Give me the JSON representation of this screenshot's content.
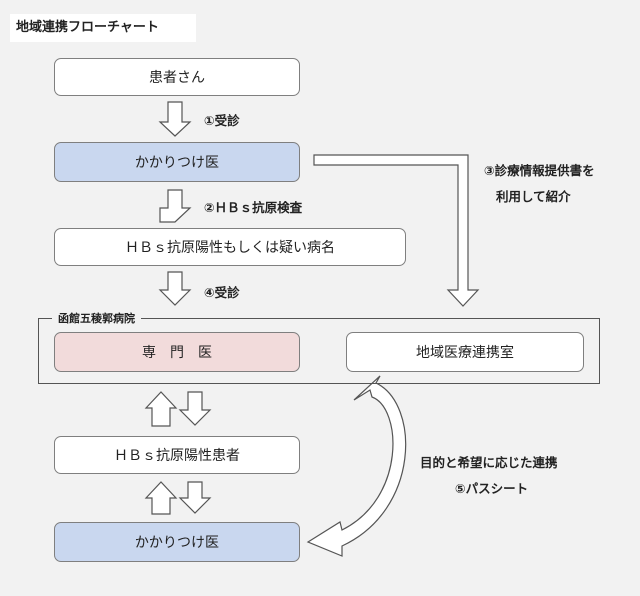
{
  "title": "地域連携フローチャート",
  "nodes": {
    "patient": "患者さん",
    "family_doctor_top": "かかりつけ医",
    "hbs_suspected": "ＨＢｓ抗原陽性もしくは疑い病名",
    "hospital_name": "函館五稜郭病院",
    "specialist": "専　門　医",
    "liaison_office": "地域医療連携室",
    "hbs_patient": "ＨＢｓ抗原陽性患者",
    "family_doctor_bottom": "かかりつけ医"
  },
  "labels": {
    "step1": "①受診",
    "step2": "②ＨＢｓ抗原検査",
    "step3_line1": "③診療情報提供書を",
    "step3_line2": "利用して紹介",
    "step4": "④受診",
    "step5_line1": "目的と希望に応じた連携",
    "step5_line2": "⑤パスシート"
  },
  "colors": {
    "blue_box": "#c9d7ef",
    "pink_box": "#f2dbdb",
    "background": "#f2f2f2"
  }
}
